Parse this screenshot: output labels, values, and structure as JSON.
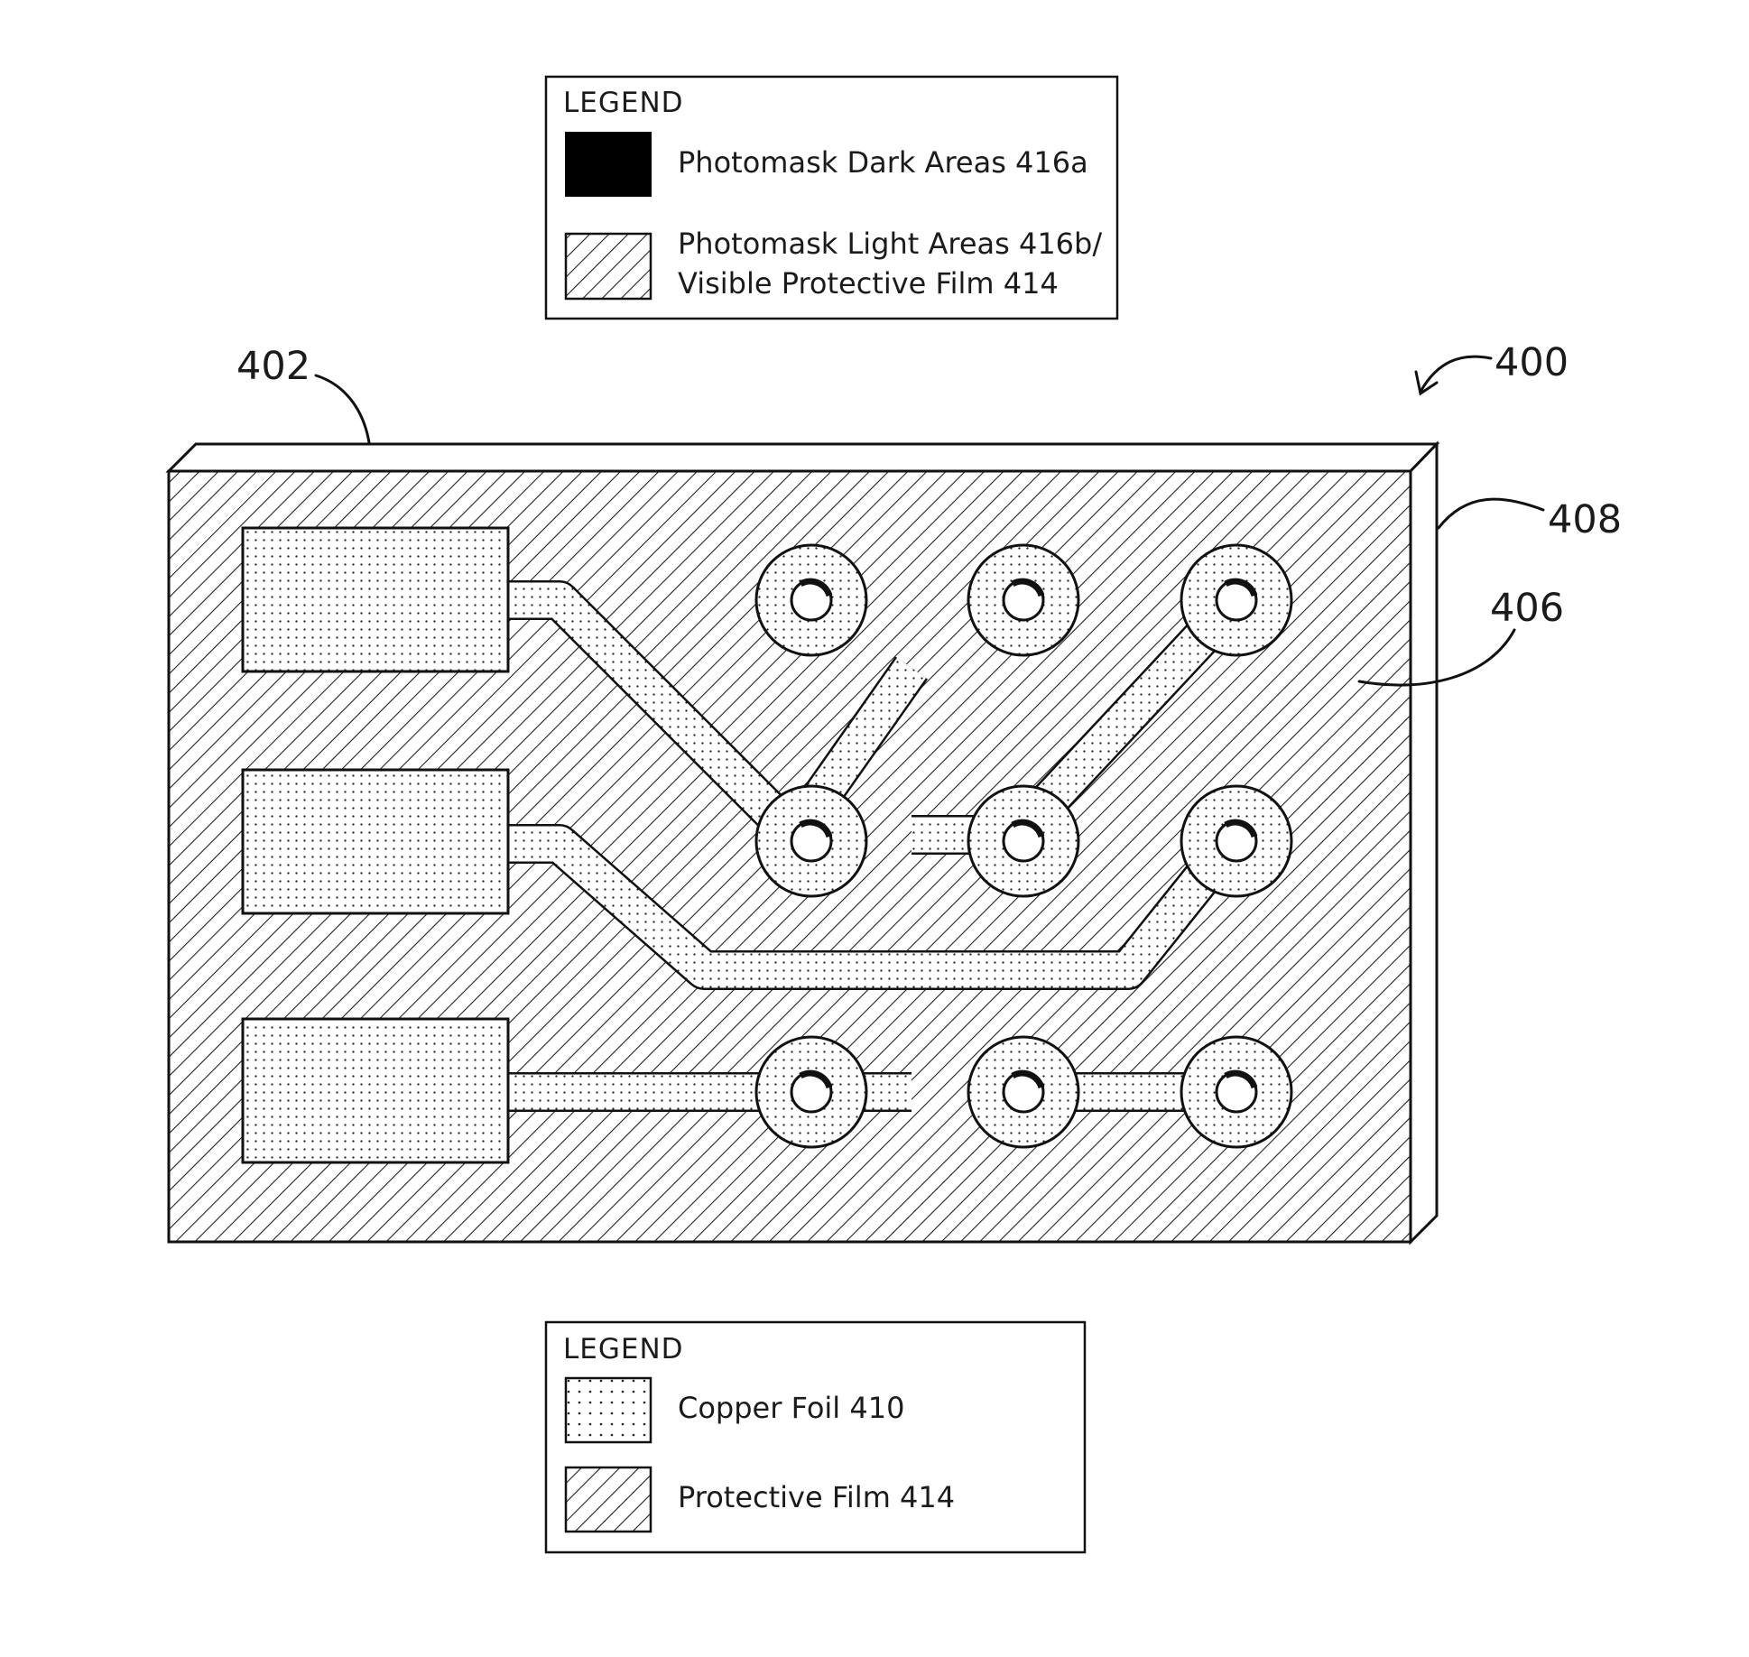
{
  "legends": {
    "top": {
      "title": "LEGEND",
      "entries": [
        {
          "swatch": "solid-black",
          "lines": [
            "Photomask Dark Areas 416a"
          ]
        },
        {
          "swatch": "hatched",
          "lines": [
            "Photomask Light Areas 416b/",
            "Visible Protective Film 414"
          ]
        }
      ]
    },
    "bottom": {
      "title": "LEGEND",
      "entries": [
        {
          "swatch": "dotted",
          "lines": [
            "Copper Foil 410"
          ]
        },
        {
          "swatch": "hatched",
          "lines": [
            "Protective Film 414"
          ]
        }
      ]
    }
  },
  "callouts": {
    "device": "400",
    "board_top": "402",
    "board_side": "408",
    "surface": "406"
  },
  "colors": {
    "ink": "#111111",
    "background": "#ffffff",
    "photomask_dark": "#000000"
  }
}
